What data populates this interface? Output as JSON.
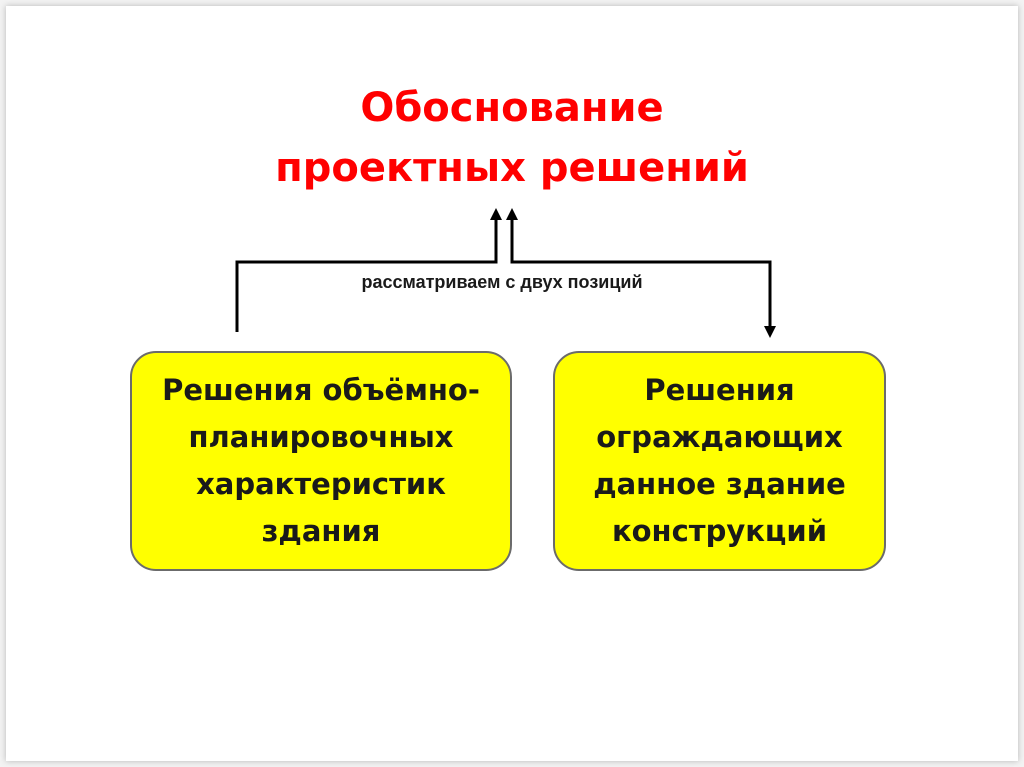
{
  "title": {
    "line1": "Обоснование",
    "line2": "проектных решений"
  },
  "connector_label": "рассматриваем с двух позиций",
  "boxes": {
    "left": "Решения объёмно-\nпланировочных\nхарактеристик\nздания",
    "right": "Решения\nограждающих\nданное здание\nконструкций"
  },
  "colors": {
    "title": "#ff0000",
    "box_fill": "#ffff00",
    "box_border": "#6b6b6b",
    "text": "#1a1a1a"
  }
}
